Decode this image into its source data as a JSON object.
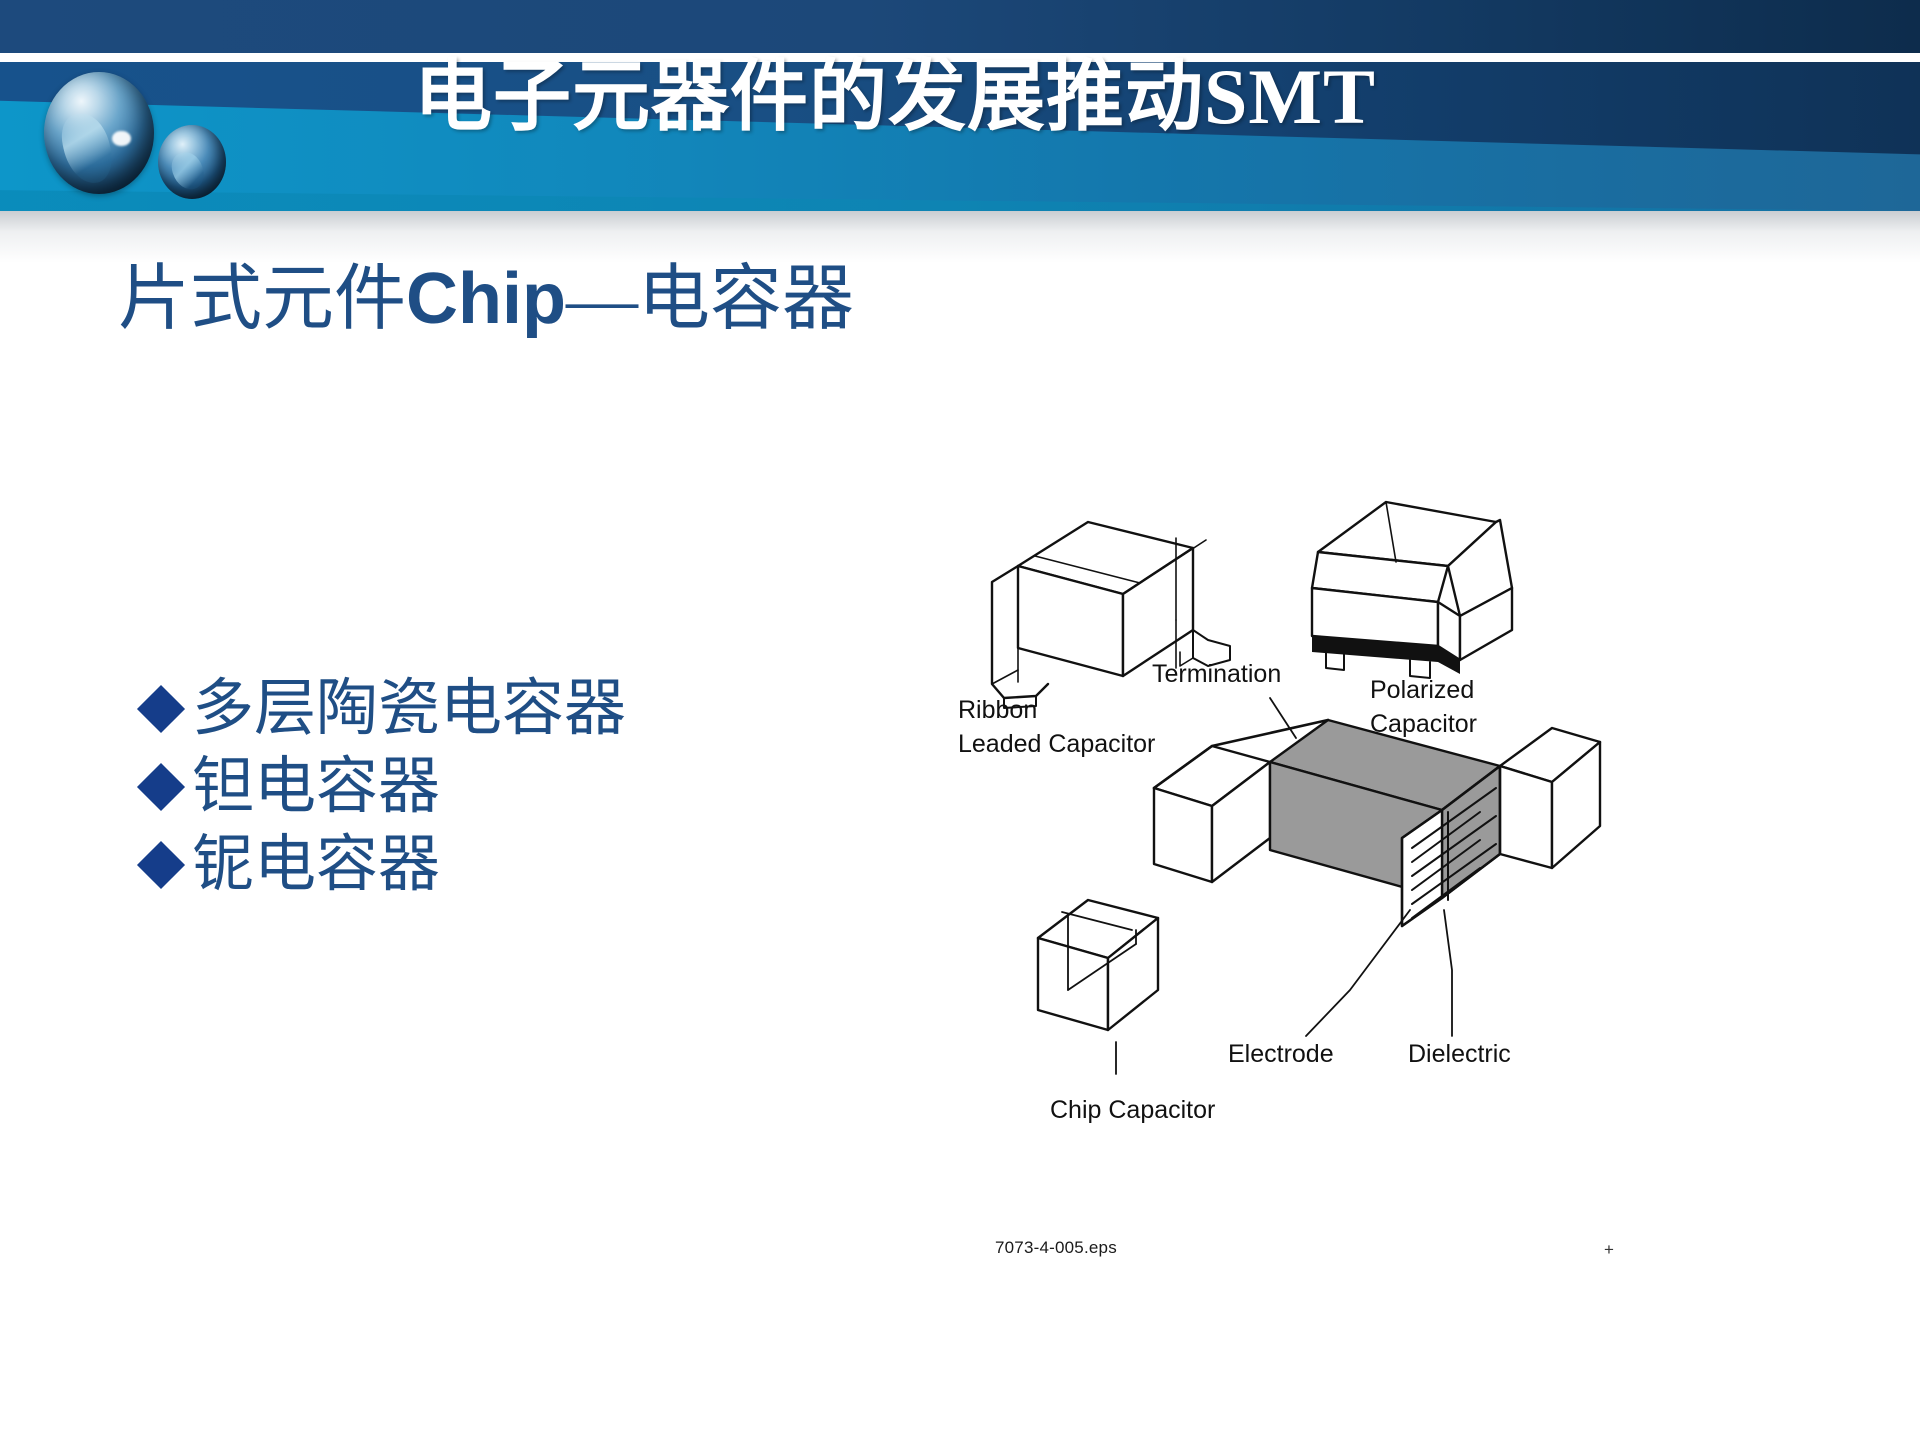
{
  "header": {
    "title": "电子元器件的发展推动SMT",
    "logo_primary": "sphere-logo",
    "logo_secondary": "sphere-logo-small",
    "band_top_color": "#1d4a7d",
    "band_main_color": "#0d96c9",
    "title_color": "#ffffff"
  },
  "body": {
    "subtitle_cjk_1": "片式元件",
    "subtitle_latin": "Chip",
    "subtitle_cjk_2": "—电容器",
    "subtitle_color": "#1f4e85",
    "bullets": [
      {
        "marker": "◆",
        "label": "多层陶瓷电容器"
      },
      {
        "marker": "◆",
        "label": "钽电容器"
      },
      {
        "marker": "◆",
        "label": "铌电容器"
      }
    ],
    "bullet_color": "#1f4e85",
    "bullet_marker_color": "#153d8a"
  },
  "diagram": {
    "labels": {
      "ribbon_line1": "Ribbon",
      "ribbon_line2": "Leaded Capacitor",
      "polarized_line1": "Polarized",
      "polarized_line2": "Capacitor",
      "termination": "Termination",
      "electrode": "Electrode",
      "dielectric": "Dielectric",
      "chip_capacitor": "Chip Capacitor"
    },
    "caption": "7073-4-005.eps",
    "page_mark": "+",
    "body_fill": "#9a9a9a",
    "line_color": "#111111"
  }
}
